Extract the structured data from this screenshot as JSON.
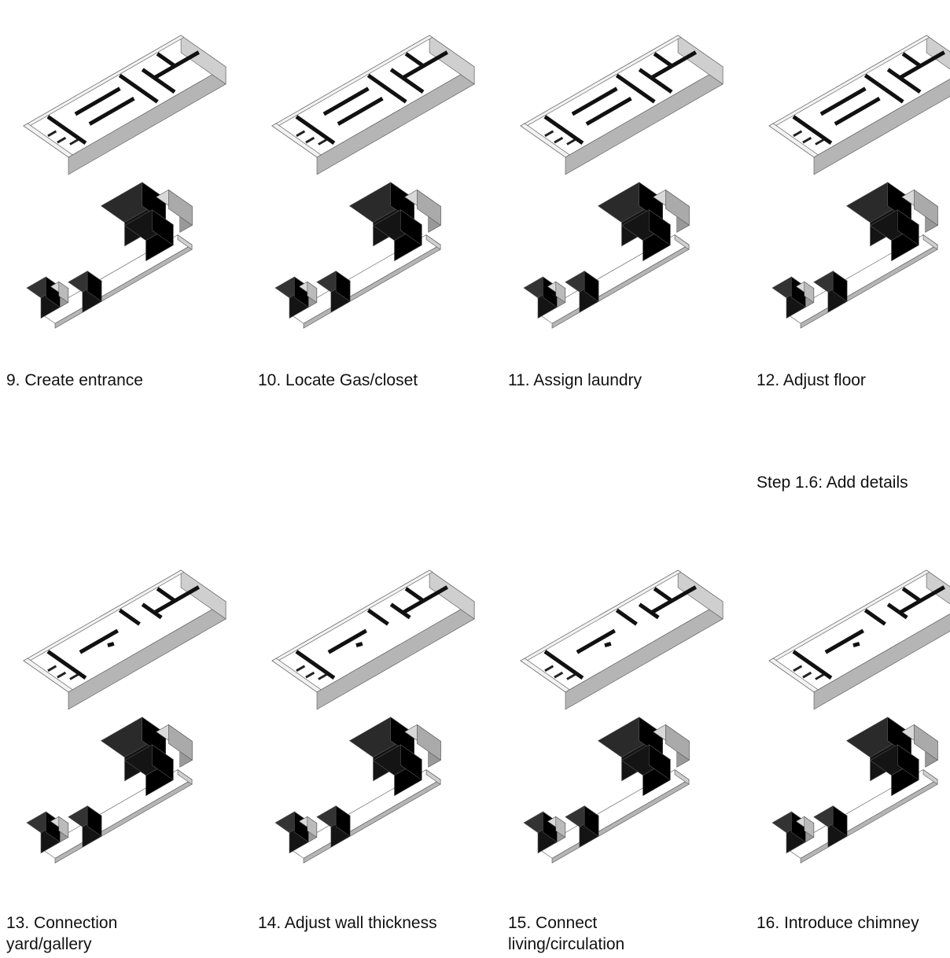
{
  "section_label": "Step 1.6: Add details",
  "steps": [
    {
      "caption": "9. Create entrance"
    },
    {
      "caption": "10. Locate Gas/closet"
    },
    {
      "caption": "11. Assign laundry"
    },
    {
      "caption": "12. Adjust floor"
    },
    {
      "caption": "13. Connection\nyard/gallery"
    },
    {
      "caption": "14. Adjust wall thickness"
    },
    {
      "caption": "15. Connect\nliving/circulation"
    },
    {
      "caption": "16. Introduce chimney"
    }
  ],
  "colors": {
    "wall_light": "#f2f2f2",
    "wall_shade": "#b5b5b5",
    "block_dark": "#141414",
    "block_mid": "#333333",
    "block_light": "#d9d9d9"
  }
}
